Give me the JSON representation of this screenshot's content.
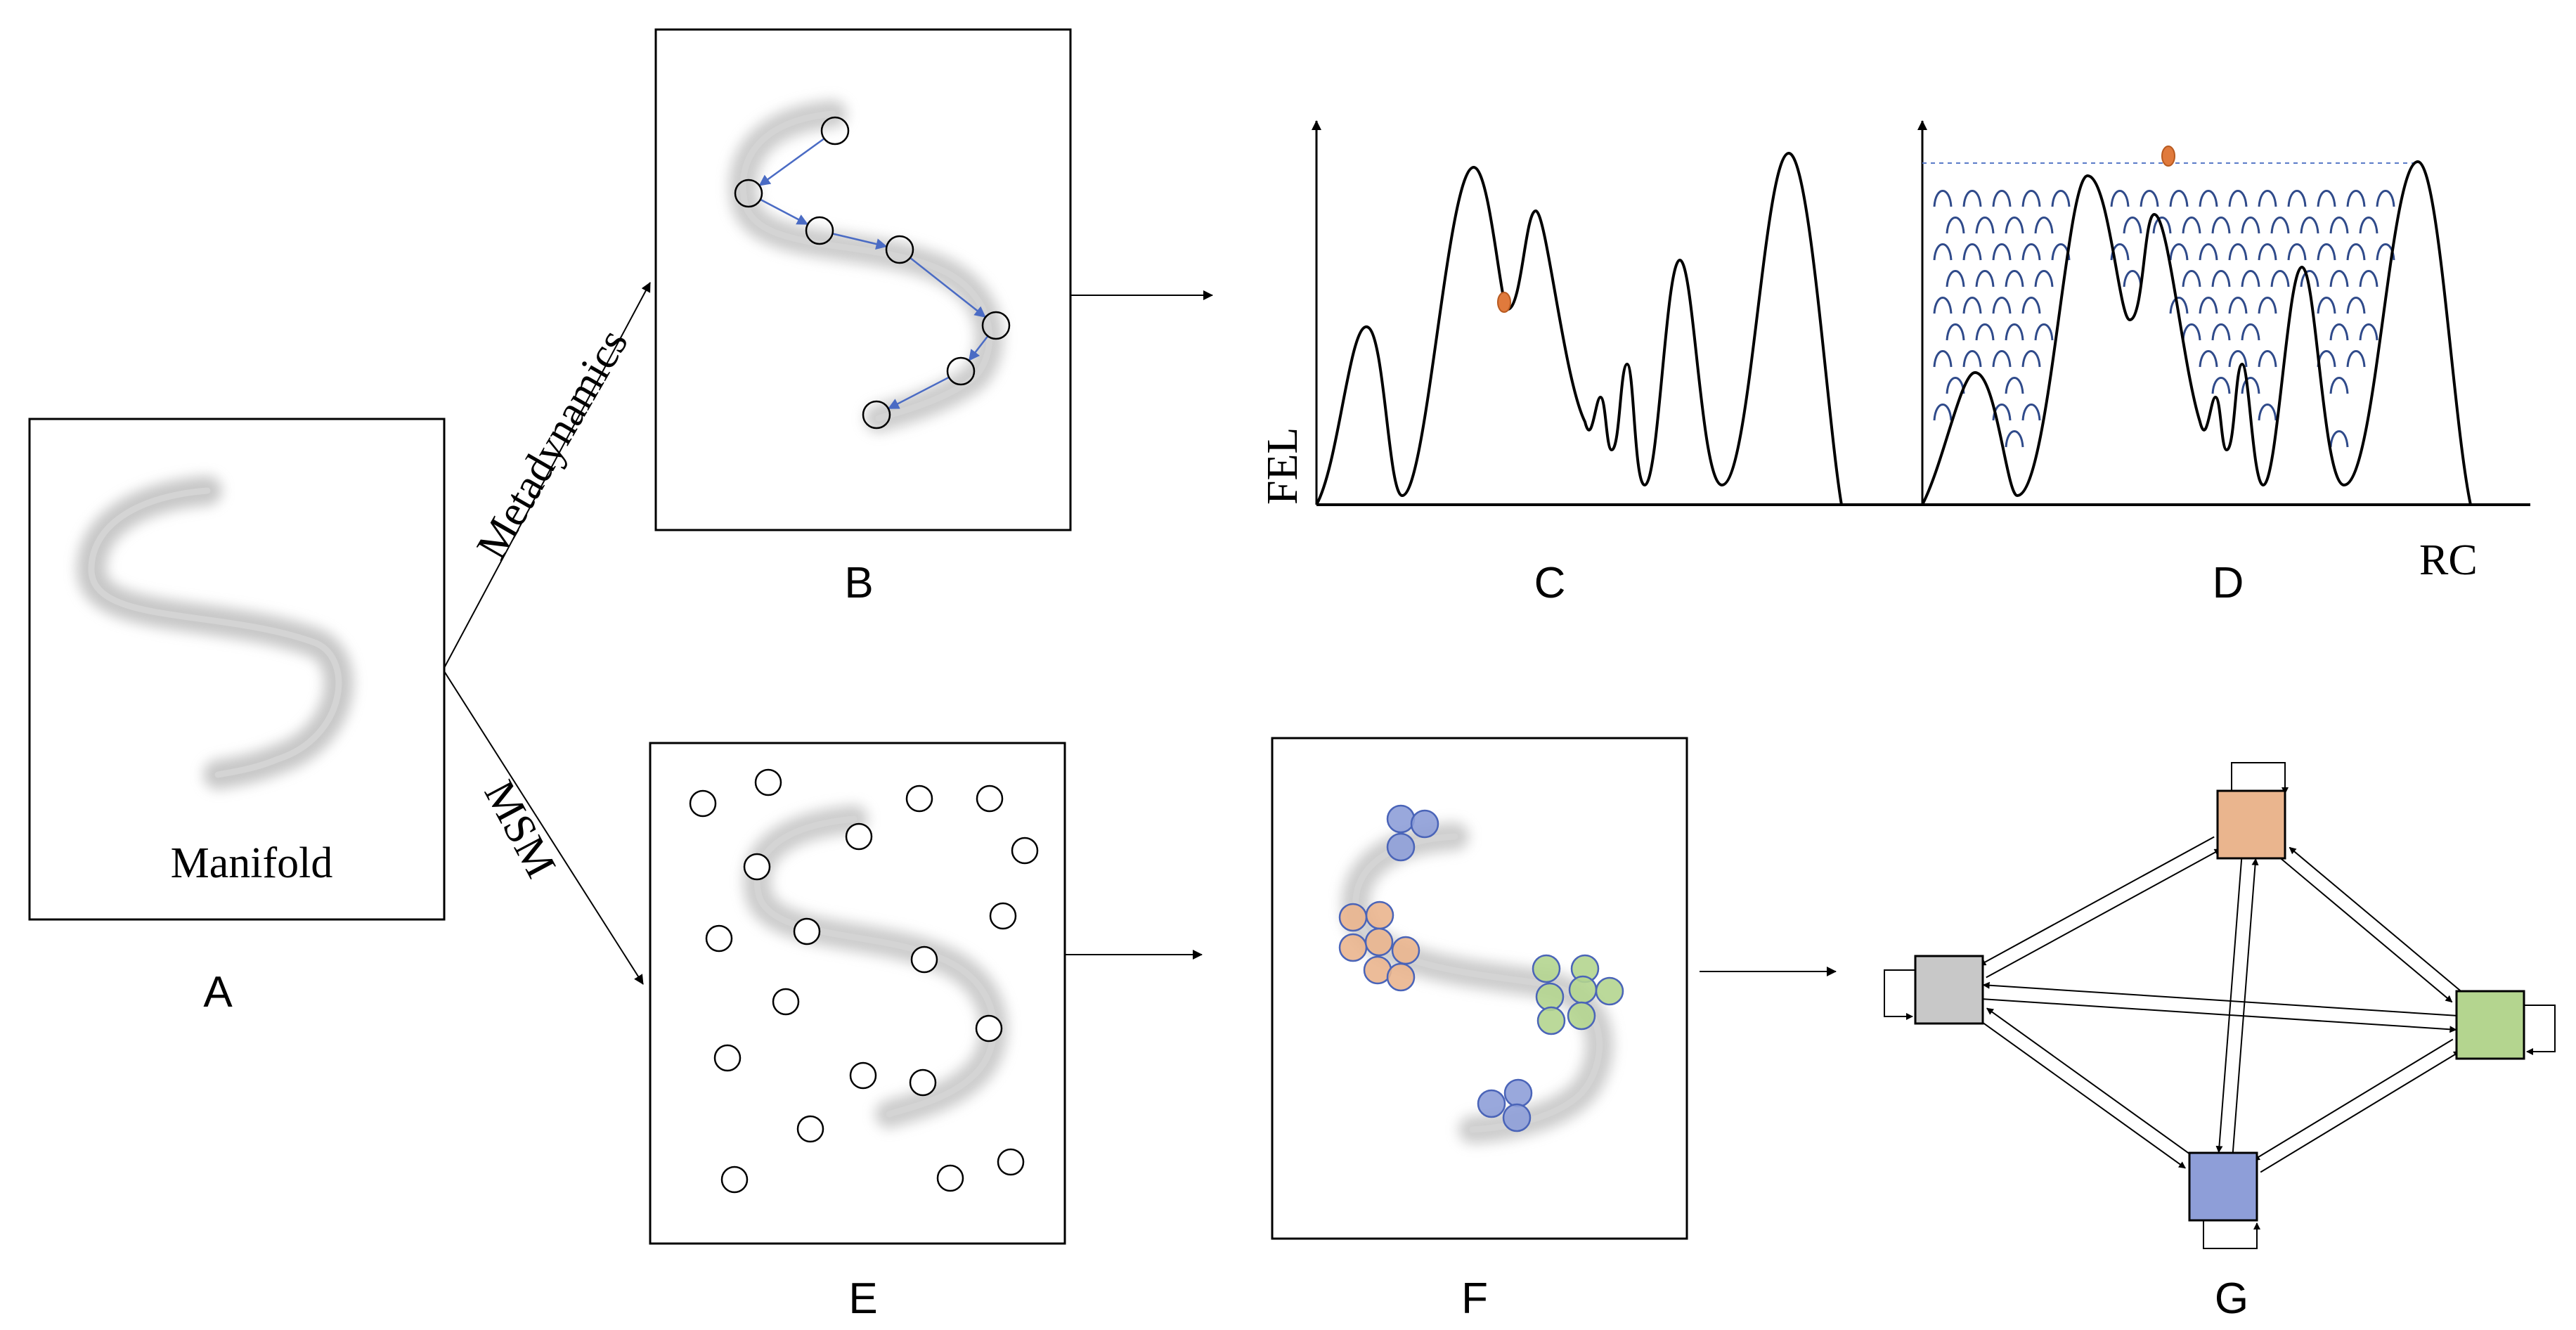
{
  "panels": {
    "A": {
      "label": "A",
      "caption": "Manifold"
    },
    "B": {
      "label": "B"
    },
    "C": {
      "label": "C",
      "ylabel": "FEL"
    },
    "D": {
      "label": "D",
      "xlabel": "RC"
    },
    "E": {
      "label": "E"
    },
    "F": {
      "label": "F"
    },
    "G": {
      "label": "G"
    }
  },
  "branches": {
    "upper": "Metadynamics",
    "lower": "MSM"
  },
  "colors": {
    "cluster_blue": "#8E9ED8",
    "cluster_orange": "#EAB58E",
    "cluster_green": "#B4D58F",
    "cluster_gray": "#C8C8C8",
    "walker": "#E07A3C",
    "metad_arrow": "#4A6BC4",
    "bias_gaussian": "#2F4A8A",
    "fill_line": "#5A7BC8"
  },
  "network": {
    "nodes": [
      {
        "id": "orange",
        "color": "#EAB58E"
      },
      {
        "id": "gray",
        "color": "#C8C8C8"
      },
      {
        "id": "green",
        "color": "#B4D58F"
      },
      {
        "id": "blue",
        "color": "#8E9ED8"
      }
    ],
    "edges": [
      [
        "orange",
        "gray"
      ],
      [
        "orange",
        "green"
      ],
      [
        "orange",
        "blue"
      ],
      [
        "gray",
        "green"
      ],
      [
        "gray",
        "blue"
      ],
      [
        "green",
        "blue"
      ]
    ],
    "self_loops": [
      "orange",
      "gray",
      "green",
      "blue"
    ]
  }
}
